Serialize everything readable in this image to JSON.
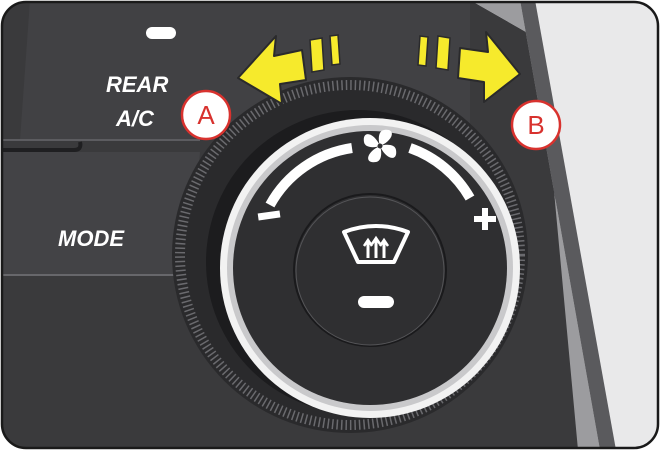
{
  "panel": {
    "rear_ac_line1": "REAR",
    "rear_ac_line2": "A/C",
    "mode_label": "MODE"
  },
  "knob": {
    "minus_symbol": "−",
    "plus_symbol": "+",
    "icons": [
      "fan-icon",
      "rear-defrost-icon",
      "indicator-light-icon"
    ],
    "arrows": [
      "counterclockwise-arrow-icon",
      "clockwise-arrow-icon"
    ]
  },
  "callouts": {
    "a": "A",
    "b": "B"
  },
  "colors": {
    "panel_dark": "#3a3a3c",
    "knob_face": "#2f2f31",
    "arrow_yellow": "#f6ea2c",
    "callout_red": "#d8322e",
    "indicator_white": "#ffffff"
  }
}
